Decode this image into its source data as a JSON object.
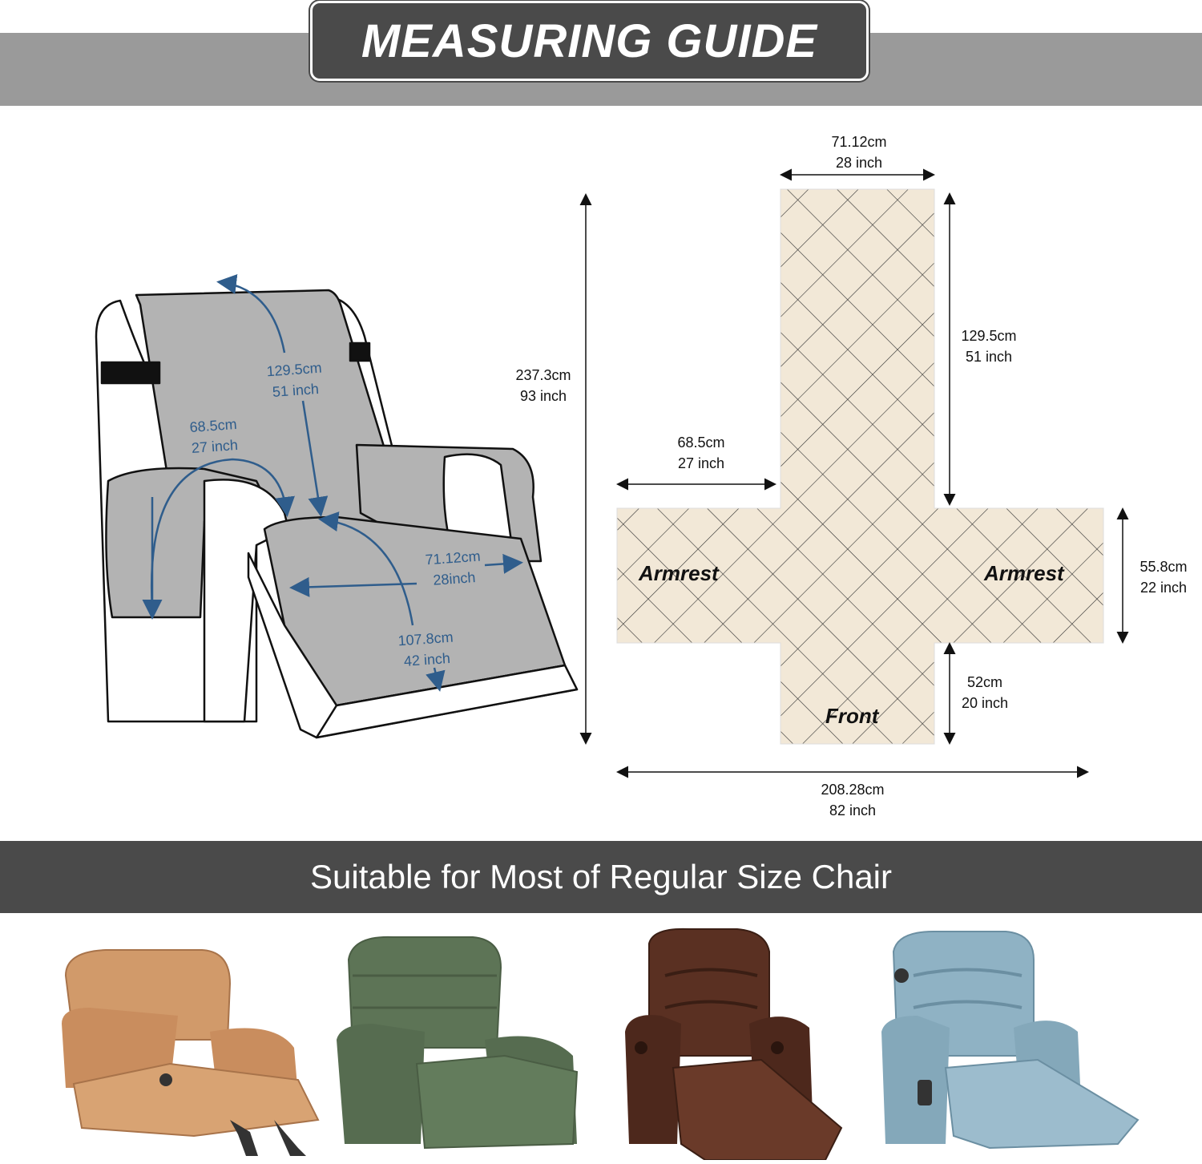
{
  "header": {
    "title": "MEASURING GUIDE"
  },
  "left_chair": {
    "back_length": {
      "cm": "129.5cm",
      "inch": "51 inch"
    },
    "arm_length": {
      "cm": "68.5cm",
      "inch": "27 inch"
    },
    "seat_width": {
      "cm": "71.12cm",
      "inch": "28inch"
    },
    "seat_length": {
      "cm": "107.8cm",
      "inch": "42 inch"
    }
  },
  "total_height": {
    "cm": "237.3cm",
    "inch": "93 inch"
  },
  "layout_diagram": {
    "top_width": {
      "cm": "71.12cm",
      "inch": "28 inch"
    },
    "back_length": {
      "cm": "129.5cm",
      "inch": "51 inch"
    },
    "arm_length": {
      "cm": "68.5cm",
      "inch": "27 inch"
    },
    "arm_height": {
      "cm": "55.8cm",
      "inch": "22 inch"
    },
    "front_length": {
      "cm": "52cm",
      "inch": "20 inch"
    },
    "total_width": {
      "cm": "208.28cm",
      "inch": "82 inch"
    },
    "labels": {
      "left_armrest": "Armrest",
      "right_armrest": "Armrest",
      "front": "Front"
    }
  },
  "banner": {
    "text": "Suitable for Most of Regular Size Chair"
  },
  "chairs": [
    {
      "name": "tan-leather-recliner",
      "color": "#d19a6a"
    },
    {
      "name": "green-plush-recliner",
      "color": "#5d7456"
    },
    {
      "name": "brown-leather-recliner",
      "color": "#5a3022"
    },
    {
      "name": "blue-leather-recliner",
      "color": "#8fb2c4"
    }
  ],
  "colors": {
    "cover_gray": "#b3b3b3",
    "pad_beige": "#f2e8d7",
    "arrow_blue": "#2f5d8c",
    "dark_band": "#4a4a4a",
    "light_band": "#9a9a9a"
  }
}
